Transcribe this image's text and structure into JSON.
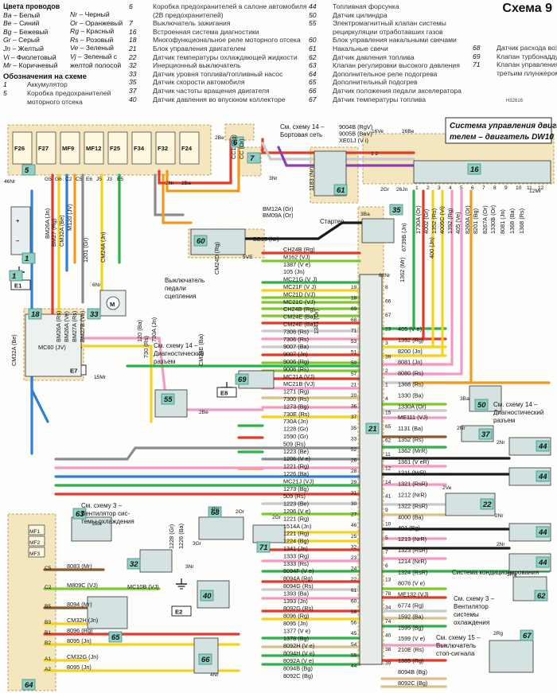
{
  "scheme_title": "Схема 9",
  "ref_code": "H32616",
  "legend": {
    "colors_title": "Цвета проводов",
    "colors_col1": [
      {
        "code": "Ba",
        "name": "Белый"
      },
      {
        "code": "Be",
        "name": "Синий"
      },
      {
        "code": "Bg",
        "name": "Бежевый"
      },
      {
        "code": "Gr",
        "name": "Серый"
      },
      {
        "code": "Jn",
        "name": "Желтый"
      },
      {
        "code": "Vi",
        "name": "Фиолетовый"
      },
      {
        "code": "Mr",
        "name": "Коричневый"
      }
    ],
    "colors_col2": [
      {
        "code": "Nr",
        "name": "Черный"
      },
      {
        "code": "Or",
        "name": "Оранжевый"
      },
      {
        "code": "Rg",
        "name": "Красный"
      },
      {
        "code": "Rs",
        "name": "Розовый"
      },
      {
        "code": "Ve",
        "name": "Зеленый"
      },
      {
        "code": "Vj",
        "name": "Зеленый с"
      },
      {
        "code": "",
        "name": "желтой полосой"
      }
    ],
    "designations_title": "Обозначения на схеме",
    "items_col1": [
      {
        "n": "1",
        "t": "Аккумулятор"
      },
      {
        "n": "5",
        "t": "Коробка предохранителей"
      },
      {
        "n": "",
        "t": "моторного отсека"
      }
    ],
    "items_col2": [
      {
        "n": "6",
        "t": "Коробка предохранителей в салоне автомобиля"
      },
      {
        "n": "",
        "t": "(2B предохранителей)"
      },
      {
        "n": "7",
        "t": "Выключатель зажигания"
      },
      {
        "n": "16",
        "t": "Встроенная система диагностики"
      },
      {
        "n": "18",
        "t": "Многофункциональное реле моторного отсека"
      },
      {
        "n": "21",
        "t": "Блок управления двигателем"
      },
      {
        "n": "22",
        "t": "Датчик температуры охлаждающей жидкости"
      },
      {
        "n": "32",
        "t": "Инерционный выключатель"
      },
      {
        "n": "33",
        "t": "Датчик уровня топлива/топливный насос"
      },
      {
        "n": "35",
        "t": "Датчик скорости автомобиля"
      },
      {
        "n": "37",
        "t": "Датчик частоты вращения двигателя"
      },
      {
        "n": "40",
        "t": "Датчик давления во впускном коллекторе"
      }
    ],
    "items_col3": [
      {
        "n": "44",
        "t": "Топливная форсунка"
      },
      {
        "n": "50",
        "t": "Датчик цилиндра"
      },
      {
        "n": "55",
        "t": "Электромагнитный клапан системы"
      },
      {
        "n": "",
        "t": "рециркуляции отработавших газов"
      },
      {
        "n": "60",
        "t": "Блок управления накальными свечами"
      },
      {
        "n": "61",
        "t": "Накальные свечи"
      },
      {
        "n": "62",
        "t": "Датчик давления топлива"
      },
      {
        "n": "63",
        "t": "Клапан регулировки высокого давления"
      },
      {
        "n": "64",
        "t": "Дополнительное реле подогрева"
      },
      {
        "n": "65",
        "t": "Дополнительный подогрев"
      },
      {
        "n": "66",
        "t": "Датчик положения педали акселератора"
      },
      {
        "n": "67",
        "t": "Датчик температуры топлива"
      }
    ],
    "items_col4": [
      {
        "n": "68",
        "t": "Датчик расхода воздуха"
      },
      {
        "n": "69",
        "t": "Клапан турбонаддува"
      },
      {
        "n": "71",
        "t": "Клапан управления"
      },
      {
        "n": "",
        "t": "третьим плунжером"
      }
    ]
  },
  "diagram": {
    "system_title_1": "Система управления двига-",
    "system_title_2": "телем – двигатель DW10",
    "notes": {
      "board_net": "См. схему 14 –",
      "board_net_2": "Бортовая сеть",
      "diag_1": "См. схему 14 –",
      "diag_2": "Диагностический",
      "diag_3": "разъем",
      "diag_right_1": "См. схему 14 –",
      "diag_right_2": "Диагностический",
      "diag_right_3": "разъем",
      "fan_1": "См. схему 3 –",
      "fan_2": "Вентилятор сис-",
      "fan_3": "темы охлаждения",
      "fan_r_1": "См. схему 3 –",
      "fan_r_2": "Вентилятор",
      "fan_r_3": "системы",
      "fan_r_4": "охлаждения",
      "stop_1": "См. схему 15 –",
      "stop_2": "Выключатель",
      "stop_3": "стоп-сигнала",
      "clutch_1": "Выключатель",
      "clutch_2": "педали",
      "clutch_3": "сцепления",
      "starter": "Стартер",
      "ac": "Система кондиционирования"
    },
    "ground_labels": [
      "E1",
      "E7",
      "E8",
      "E2"
    ],
    "fuse_labels": [
      "F26",
      "F27",
      "MF9",
      "MF12",
      "F25",
      "F34",
      "F32",
      "F24"
    ],
    "mf_labels": [
      "MF1",
      "MF2",
      "MF3"
    ],
    "top_wires": [
      {
        "label": "9004B (RgV)",
        "color": "#e23b2b"
      },
      {
        "label": "9005B (BaV)",
        "color": "#d0d0d0"
      },
      {
        "label": "XE01J (V i)",
        "color": "#8a3fb0"
      }
    ],
    "ecu_pins_left": [
      "19",
      "18",
      "69",
      "68",
      "71",
      "53",
      "51",
      "50",
      "57",
      "21",
      "20",
      "36",
      "37",
      "35",
      "33",
      "52",
      "26",
      "28",
      "29",
      "31",
      "30",
      "27",
      "46",
      "25",
      "32",
      "23",
      "24",
      "22",
      "61",
      "60",
      "58",
      "56",
      "45",
      "54",
      "55",
      "44"
    ],
    "ecu_pins_right": [
      "8",
      "66",
      "67",
      "23",
      "3",
      "39",
      "2",
      "1",
      "4",
      "15",
      "65",
      "62",
      "11",
      "12",
      "14",
      "41",
      "9",
      "10",
      "5",
      "7",
      "6",
      "13",
      "78",
      "34",
      "74",
      "40",
      "38",
      "39"
    ],
    "wires_right": [
      {
        "label": "405 (V e)"
      },
      {
        "label": "1392 (Rg)"
      },
      {
        "label": "8200 (Jn)"
      },
      {
        "label": "8081 (Jn)"
      },
      {
        "label": "8080 (Rs)"
      },
      {
        "label": "1368 (Rs)"
      },
      {
        "label": "1330 (Ba)"
      },
      {
        "label": "1330A (Or)"
      },
      {
        "label": "ME111 (VJ)"
      },
      {
        "label": "1131 (Ba)"
      },
      {
        "label": "1352 (Rs)"
      },
      {
        "label": "1362 (MrR)"
      },
      {
        "label": "1361 (V eR)"
      },
      {
        "label": "1211 (NrR)"
      },
      {
        "label": "1321 (RsR)"
      },
      {
        "label": "1212 (NrR)"
      },
      {
        "label": "1322 (RsR)"
      },
      {
        "label": "4000 (Ba)"
      },
      {
        "label": "401 (Bg)"
      },
      {
        "label": "1213 (NrR)"
      },
      {
        "label": "1323 (RsR)"
      },
      {
        "label": "1214 (NrR)"
      },
      {
        "label": "1324 (RsR)"
      },
      {
        "label": "8076 (V e)"
      },
      {
        "label": "ME132 (VJ)"
      },
      {
        "label": "6774 (Rg)"
      },
      {
        "label": "1592 (Ba)"
      },
      {
        "label": "1595 (Bg)"
      },
      {
        "label": "1599 (V e)"
      },
      {
        "label": "210E (Rs)"
      },
      {
        "label": "1385 (Rg)"
      },
      {
        "label": "8094B (Bg)"
      },
      {
        "label": "8092C (Bg)"
      }
    ],
    "wires_left": [
      {
        "label": "CH24B (Rg)"
      },
      {
        "label": "M162 (VJ)"
      },
      {
        "label": "1387 (V e)"
      },
      {
        "label": "105 (Jn)"
      },
      {
        "label": "MC21G (V J)"
      },
      {
        "label": "MC21F (V J)"
      },
      {
        "label": "MC21D (VJ)"
      },
      {
        "label": "MC21C (VJ)"
      },
      {
        "label": "CH24B (Rg)"
      },
      {
        "label": "CM24E (Ba)"
      },
      {
        "label": "CM24E (Ba)"
      },
      {
        "label": "7306 (Rs)"
      },
      {
        "label": "7306 (Rs)"
      },
      {
        "label": "9007 (Ba)"
      },
      {
        "label": "9007 (Jn)"
      },
      {
        "label": "9006 (Rg)"
      },
      {
        "label": "9006 (Rs)"
      },
      {
        "label": "MC21A (VJ)"
      },
      {
        "label": "MC21B (VJ)"
      },
      {
        "label": "1271 (Rg)"
      },
      {
        "label": "7300 (Rs)"
      },
      {
        "label": "1273 (Bg)"
      },
      {
        "label": "730E (Rs)"
      },
      {
        "label": "730A (Jn)"
      },
      {
        "label": "1228 (Gr)"
      },
      {
        "label": "1590 (Gr)"
      },
      {
        "label": "509 (Rs)"
      },
      {
        "label": "1223 (Be)"
      },
      {
        "label": "1206 (V e)"
      },
      {
        "label": "1221 (Rg)"
      },
      {
        "label": "1226 (Ba)"
      },
      {
        "label": "MC21J (VJ)"
      },
      {
        "label": "1273 (Bg)"
      },
      {
        "label": "509 (Rs)"
      },
      {
        "label": "1223 (Be)"
      },
      {
        "label": "1206 (V e)"
      },
      {
        "label": "1221 (Rg)"
      },
      {
        "label": "1514A (Jn)"
      },
      {
        "label": "1221 (Rg)"
      },
      {
        "label": "1224 (Bg)"
      },
      {
        "label": "1341 (Jn)"
      },
      {
        "label": "1333 (Rg)"
      },
      {
        "label": "1333 (Rs)"
      },
      {
        "label": "8094F (V e)"
      },
      {
        "label": "8094A (Rg)"
      },
      {
        "label": "8094G (Rs)"
      },
      {
        "label": "1393 (Ba)"
      },
      {
        "label": "1393 (Jn)"
      },
      {
        "label": "8092G (Rs)"
      },
      {
        "label": "8096 (Rg)"
      },
      {
        "label": "8095 (Jn)"
      },
      {
        "label": "1377 (V e)"
      },
      {
        "label": "1378 (Bg)"
      },
      {
        "label": "8092H (V e)"
      },
      {
        "label": "8094H (V e)"
      },
      {
        "label": "8092A (V e)"
      },
      {
        "label": "8094B (Bg)"
      },
      {
        "label": "8092C (Bg)"
      }
    ],
    "wires_relay64": [
      {
        "label": "8083 (Mr)"
      },
      {
        "label": "M809C (VJ)"
      },
      {
        "label": "MC10B (VJ)"
      },
      {
        "label": "8094 (Mr)"
      },
      {
        "label": "CM32H (Jn)"
      },
      {
        "label": "8096 (Rg)"
      },
      {
        "label": "8095 (Jn)"
      },
      {
        "label": "CM32G (Jn)"
      },
      {
        "label": "8095 (Jn)"
      }
    ],
    "connector_names": [
      "G5",
      "G6",
      "C2",
      "C5",
      "E6",
      "J5",
      "J3",
      "E5",
      "C5",
      "C2",
      "B5",
      "B3",
      "B1",
      "B2",
      "A1",
      "A2"
    ],
    "misc_labels": [
      "BM12A (Gr)",
      "BM09A (Or)",
      "BB15 (Nr)",
      "MC60 (JV)",
      "BM26A (Jn)",
      "BM27 (Rg)",
      "CM32A (Be)",
      "M120 (JV)",
      "1201 (Gr)",
      "CM24A (Jn)",
      "CM24D (Rg)",
      "CM24E (Ba)",
      "730A (Jn)",
      "730 (Rs)",
      "BM26A (Rs)",
      "BM26A (Ve)",
      "BM27A (Rs)",
      "BM27B (Ve)",
      "120 (Ba)",
      "CM32A (Be)",
      "1228 (Gr)",
      "1226 (Ba)",
      "1183 (Nr)",
      "CC1 (Rg)",
      "CC (Or)",
      "1730A (Or)",
      "4002 (Gr)",
      "1352 (Rs)",
      "4005C (Vi)",
      "1392 (Rg)",
      "405 (Ve)",
      "8260A (Or)",
      "8201 (Bg)",
      "8267A (Or)",
      "1330B (Or)",
      "8081 (Jn)",
      "1368 (Ba)",
      "1368 (Rs)",
      "400 (Jn)",
      "1362 (Mr)",
      "1341 (Or)",
      "6739B (Jn)"
    ],
    "pin_tags": [
      "46Nr",
      "2Nr",
      "2Ba",
      "2Be",
      "6Nr",
      "15Mr",
      "12Mr",
      "16Ve",
      "26Be",
      "2Gr",
      "26Jn",
      "3Ba",
      "3Nr",
      "3Ba",
      "2Nr",
      "2Nr",
      "2Ve",
      "2Nr",
      "2Nr",
      "2Ba",
      "4Nr",
      "2Gr",
      "3Gr",
      "3Nr",
      "2Or",
      "2Be",
      "3Rg",
      "2Rg",
      "4Nr",
      "88Nr",
      "1 2",
      "5VE"
    ]
  }
}
